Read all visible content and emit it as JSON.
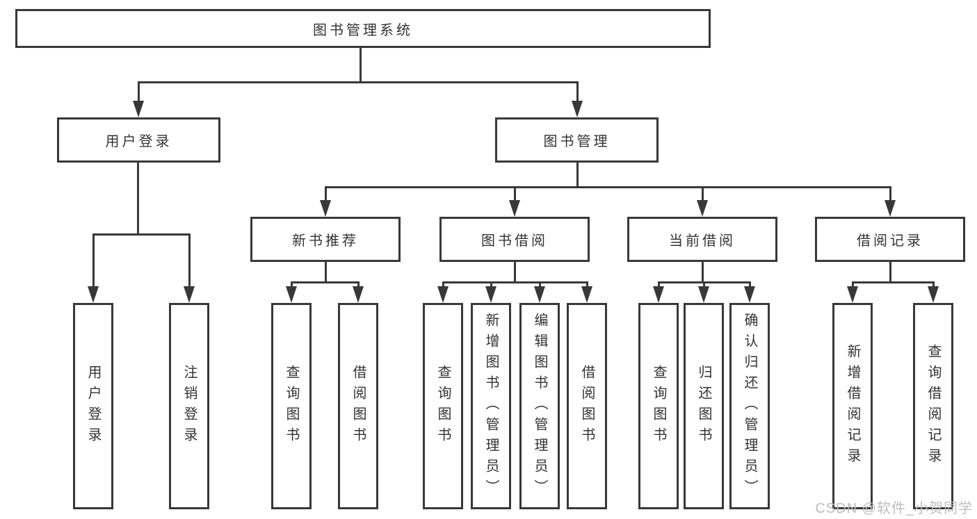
{
  "diagram": {
    "root": {
      "label": "图书管理系统"
    },
    "branches": [
      {
        "label": "用户登录",
        "children": [
          {
            "label": "用户登录"
          },
          {
            "label": "注销登录"
          }
        ]
      },
      {
        "label": "图书管理",
        "groups": [
          {
            "label": "新书推荐",
            "children": [
              {
                "label": "查询图书"
              },
              {
                "label": "借阅图书"
              }
            ]
          },
          {
            "label": "图书借阅",
            "children": [
              {
                "label": "查询图书"
              },
              {
                "label": "新增图书（管理员）"
              },
              {
                "label": "编辑图书（管理员）"
              },
              {
                "label": "借阅图书"
              }
            ]
          },
          {
            "label": "当前借阅",
            "children": [
              {
                "label": "查询图书"
              },
              {
                "label": "归还图书"
              },
              {
                "label": "确认归还（管理员）"
              }
            ]
          },
          {
            "label": "借阅记录",
            "children": [
              {
                "label": "新增借阅记录"
              },
              {
                "label": "查询借阅记录"
              }
            ]
          }
        ]
      }
    ]
  },
  "watermark": {
    "text": "CSDN @软件_小贺同学"
  },
  "colors": {
    "line": "#383838",
    "text": "#333333",
    "background": "#ffffff",
    "watermark": "#bdbdbd"
  }
}
